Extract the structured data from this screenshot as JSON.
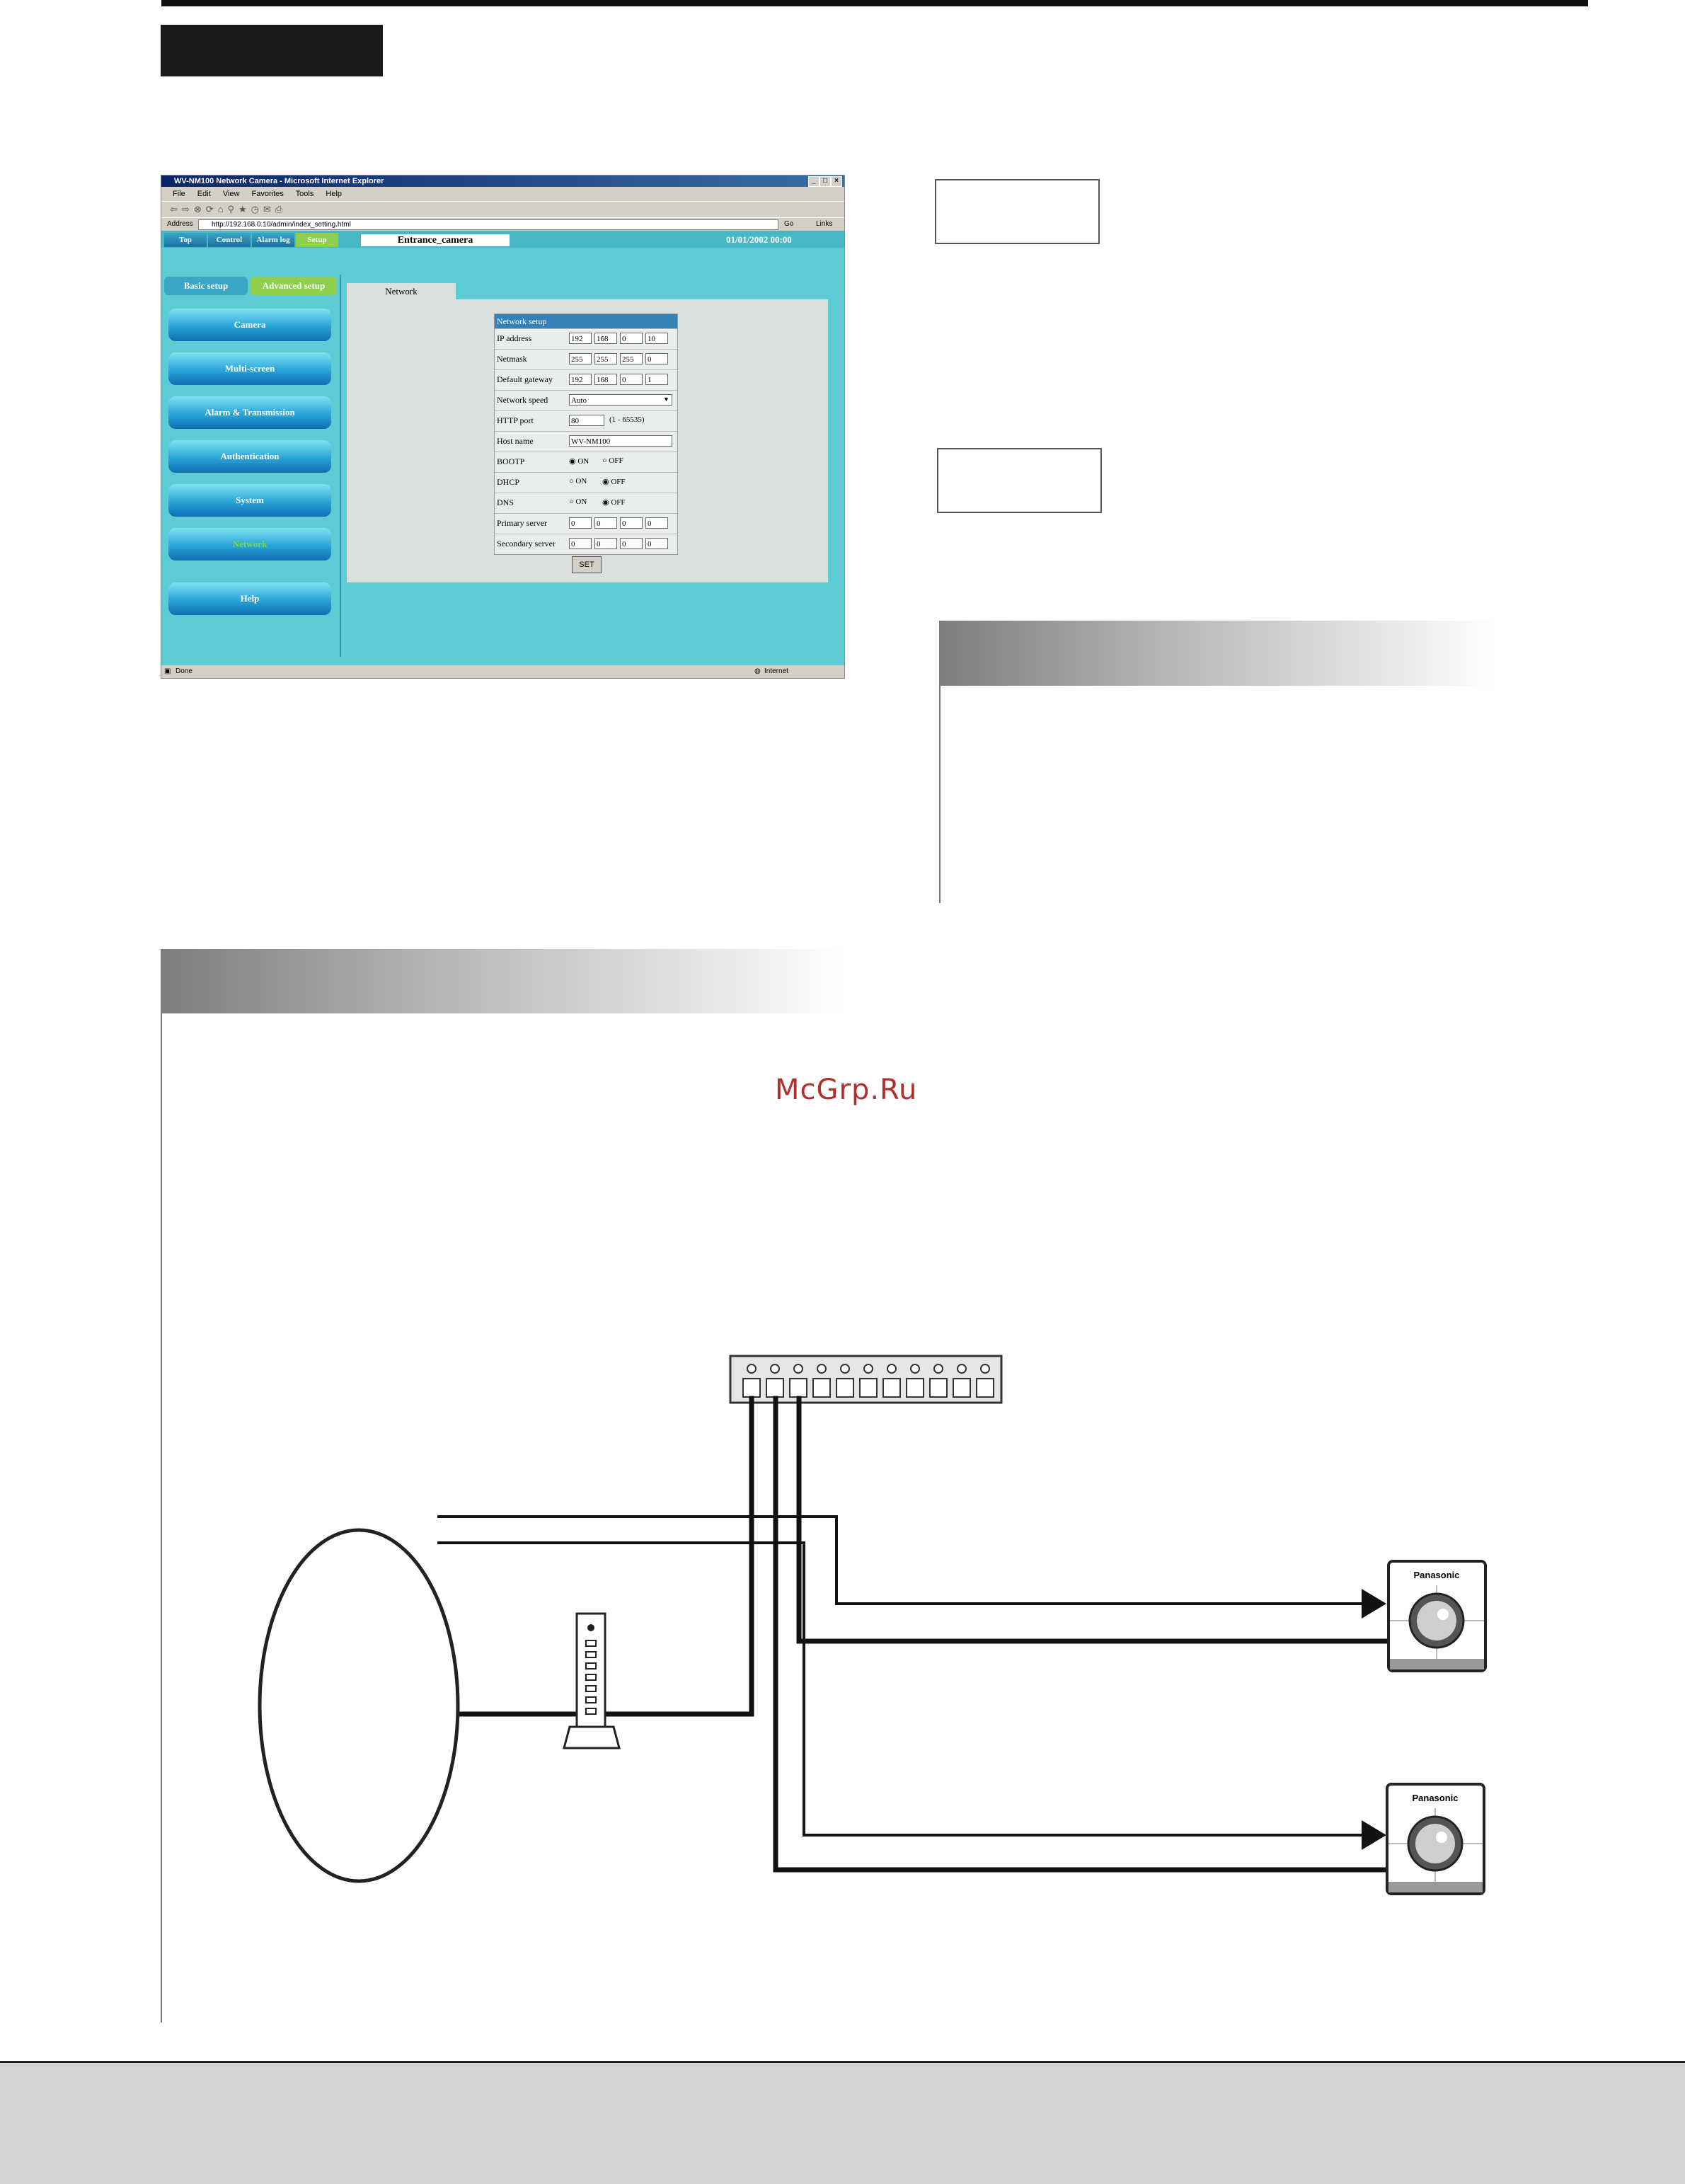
{
  "browser": {
    "window_title": "WV-NM100 Network Camera - Microsoft Internet Explorer",
    "menu": [
      "File",
      "Edit",
      "View",
      "Favorites",
      "Tools",
      "Help"
    ],
    "address_label": "Address",
    "url": "http://192.168.0.10/admin/index_setting.html",
    "go_label": "Go",
    "links_label": "Links",
    "status_left": "Done",
    "status_right": "Internet"
  },
  "camera_ui": {
    "top_tabs": [
      "Top",
      "Control",
      "Alarm log",
      "Setup"
    ],
    "camera_name": "Entrance_camera",
    "datetime": "01/01/2002   00:00",
    "sub_tabs": [
      "Basic setup",
      "Advanced setup"
    ],
    "side_buttons": [
      "Camera",
      "Multi-screen",
      "Alarm & Transmission",
      "Authentication",
      "System",
      "Network",
      "Help"
    ],
    "panel_tab": "Network",
    "table_title": "Network setup",
    "rows": [
      {
        "label": "IP address",
        "values": [
          "192",
          "168",
          "0",
          "10"
        ]
      },
      {
        "label": "Netmask",
        "values": [
          "255",
          "255",
          "255",
          "0"
        ]
      },
      {
        "label": "Default gateway",
        "values": [
          "192",
          "168",
          "0",
          "1"
        ]
      },
      {
        "label": "Network speed",
        "select": "Auto"
      },
      {
        "label": "HTTP port",
        "value": "80",
        "hint": "(1 - 65535)"
      },
      {
        "label": "Host name",
        "value": "WV-NM100"
      },
      {
        "label": "BOOTP",
        "on": "ON",
        "off": "OFF",
        "selected": "ON"
      },
      {
        "label": "DHCP",
        "on": "ON",
        "off": "OFF",
        "selected": "OFF"
      },
      {
        "label": "DNS",
        "on": "ON",
        "off": "OFF",
        "selected": "OFF"
      },
      {
        "label": "Primary server",
        "values": [
          "0",
          "0",
          "0",
          "0"
        ]
      },
      {
        "label": "Secondary server",
        "values": [
          "0",
          "0",
          "0",
          "0"
        ]
      }
    ],
    "set_button": "SET"
  },
  "diagram": {
    "camera_brand": "Panasonic",
    "hub_ports": 11
  },
  "watermark": "McGrp.Ru"
}
